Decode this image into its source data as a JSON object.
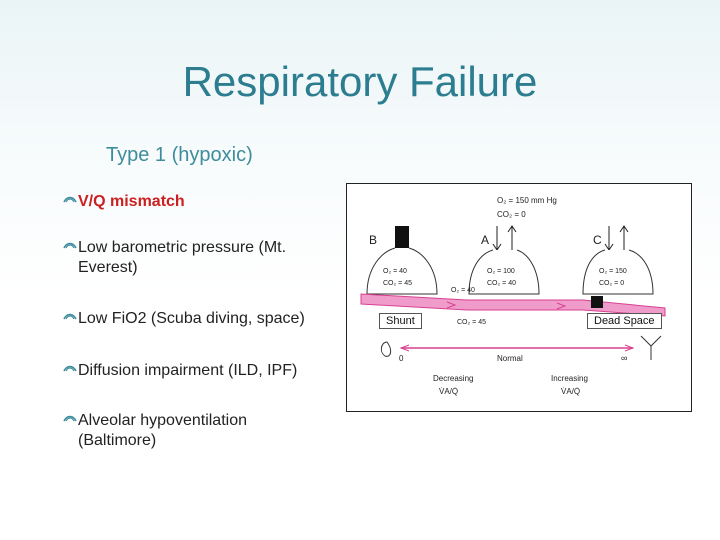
{
  "slide": {
    "title": "Respiratory Failure",
    "subtitle": "Type 1 (hypoxic)"
  },
  "bullets": [
    {
      "text": "V/Q mismatch",
      "color": "#cc1f1f"
    },
    {
      "text": "Low barometric pressure (Mt.",
      "text2": "Everest)"
    },
    {
      "text": "Low FiO2 (Scuba diving, space)"
    },
    {
      "text": "Diffusion impairment (ILD, IPF)"
    },
    {
      "text": "Alveolar hypoventilation",
      "text2": "(Baltimore)"
    }
  ],
  "diagram": {
    "inspired_o2": "O₂ = 150 mm Hg",
    "inspired_co2": "CO₂ = 0",
    "unit_b_label": "B",
    "unit_a_label": "A",
    "unit_c_label": "C",
    "unit_b_o2": "O₂ = 40",
    "unit_b_co2": "CO₂ = 45",
    "unit_a_o2": "O₂ = 100",
    "unit_a_co2": "CO₂ = 40",
    "unit_c_o2": "O₂ = 150",
    "unit_c_co2": "CO₂ = 0",
    "venous_o2": "O₂ = 40",
    "venous_co2": "CO₂ = 45",
    "axis_zero": "0",
    "axis_normal": "Normal",
    "axis_infinity": "∞",
    "decreasing_label": "Decreasing",
    "increasing_label": "Increasing",
    "vq_label_left": "V̇A/Q̇",
    "vq_label_right": "V̇A/Q̇",
    "shunt_label": "Shunt",
    "dead_space_label": "Dead Space",
    "accent_color": "#e0479e"
  }
}
